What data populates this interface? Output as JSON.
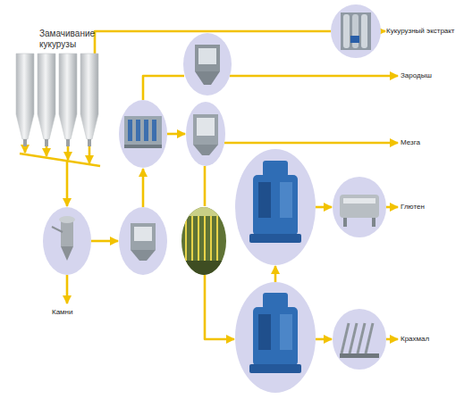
{
  "diagram": {
    "nodes": [
      {
        "text": [
          "Замачивание кукурузы"
        ]
      }
    ],
    "labels": [
      "Кукурузный экстракт",
      "Зародыш",
      "Мезга",
      "Глютен",
      "Крахмал",
      "Камни"
    ]
  }
}
